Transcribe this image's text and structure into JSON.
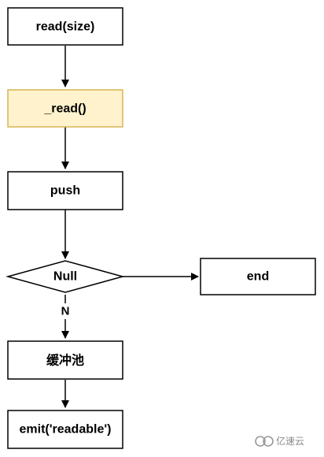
{
  "nodes": {
    "read_size": "read(size)",
    "read_internal": "_read()",
    "push": "push",
    "null_check": "Null",
    "end": "end",
    "buffer_pool": "缓冲池",
    "emit_readable": "emit('readable')"
  },
  "edge_labels": {
    "no": "N"
  },
  "watermark": "亿速云",
  "colors": {
    "highlight_fill": "#fff2cc",
    "highlight_stroke": "#d6b656",
    "stroke": "#000000"
  }
}
